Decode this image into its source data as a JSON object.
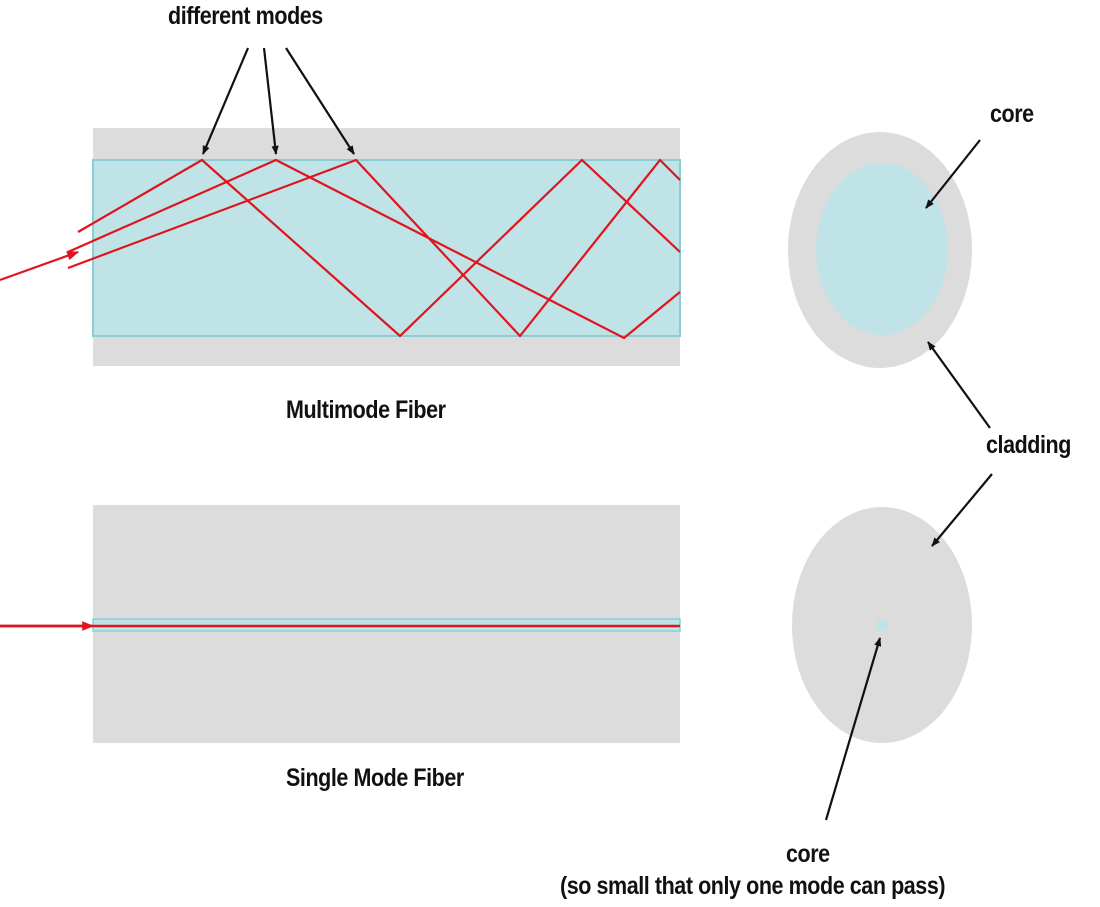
{
  "labels": {
    "different_modes": "different modes",
    "multimode_fiber": "Multimode Fiber",
    "single_mode_fiber": "Single Mode Fiber",
    "core_top": "core",
    "cladding": "cladding",
    "core_bottom": "core",
    "core_bottom_note": "(so small that only one mode can pass)"
  },
  "colors": {
    "cladding": "#dcdcdc",
    "core": "#bfe3e6",
    "core_edge": "#8ccdd3",
    "light_ray": "#e0141e",
    "arrow": "#111111"
  },
  "icons": {
    "light_ray": "red-ray-line",
    "pointer": "black-arrow"
  }
}
